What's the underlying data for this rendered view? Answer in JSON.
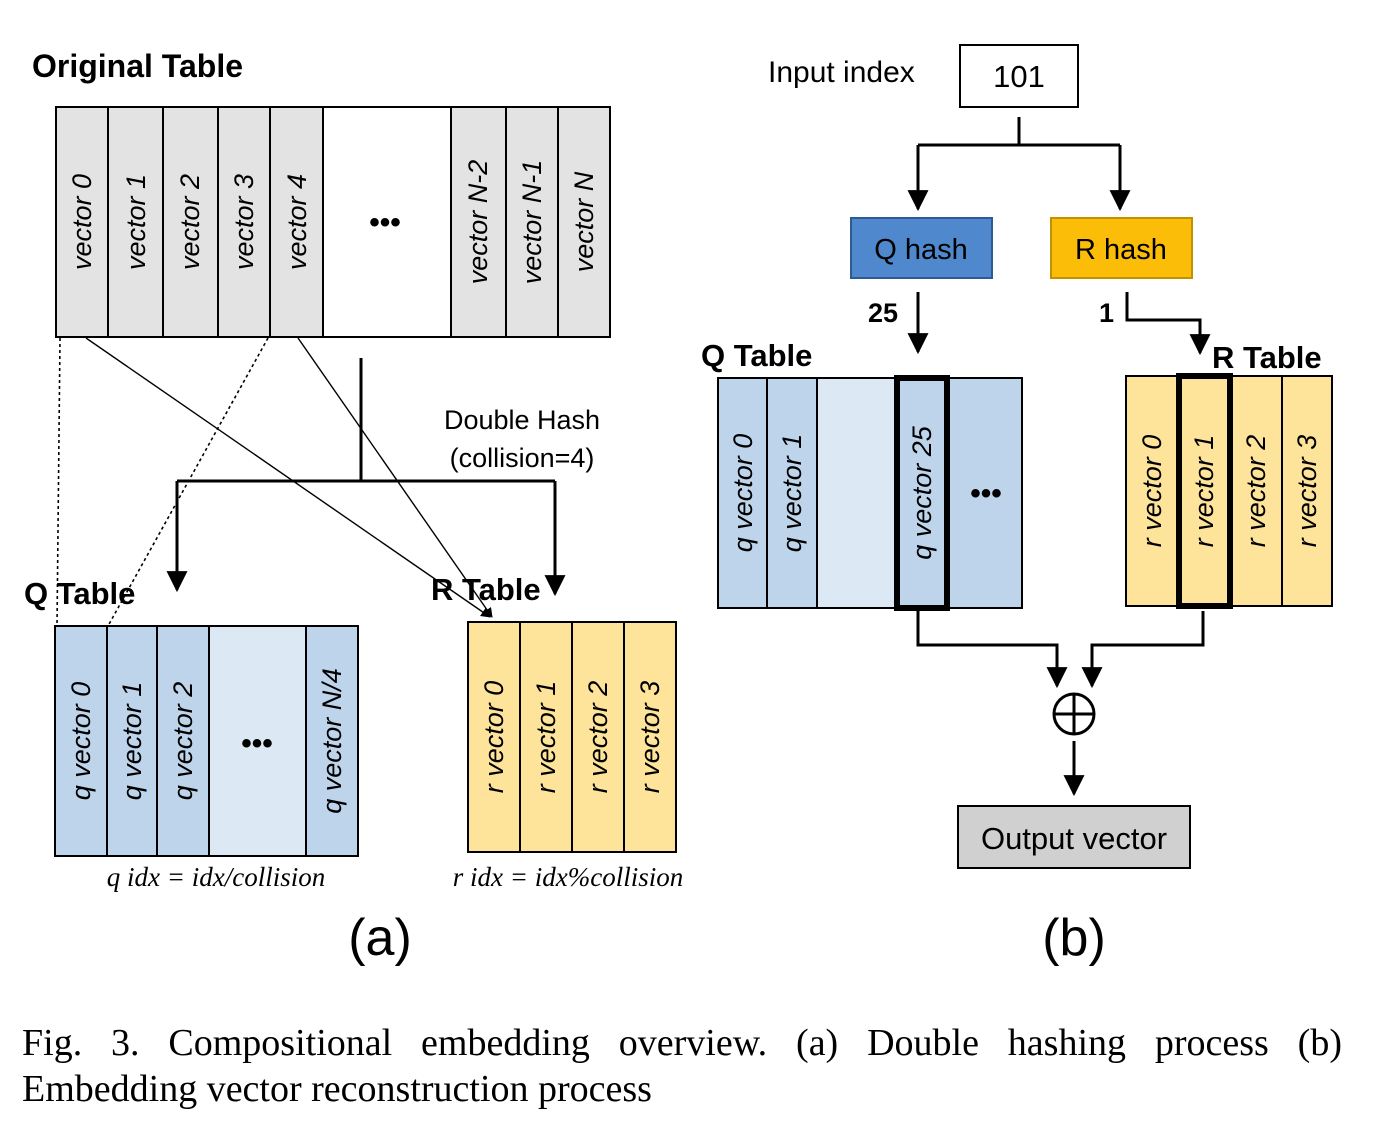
{
  "panel_a": {
    "original_title": "Original Table",
    "original_cells": [
      "vector 0",
      "vector 1",
      "vector 2",
      "vector 3",
      "vector 4",
      "•••",
      "vector N-2",
      "vector N-1",
      "vector N"
    ],
    "hash_label_line1": "Double Hash",
    "hash_label_line2": "(collision=4)",
    "q_title": "Q Table",
    "q_cells": [
      "q vector 0",
      "q vector 1",
      "q vector 2",
      "•••",
      "q vector N/4"
    ],
    "r_title": "R Table",
    "r_cells": [
      "r vector 0",
      "r vector 1",
      "r vector 2",
      "r vector 3"
    ],
    "q_formula": "q idx = idx/collision",
    "r_formula": "r idx = idx%collision",
    "label": "(a)"
  },
  "panel_b": {
    "input_label": "Input index",
    "input_value": "101",
    "q_hash": "Q hash",
    "r_hash": "R hash",
    "q_out": "25",
    "r_out": "1",
    "q_title": "Q Table",
    "q_cells": [
      "q vector 0",
      "q vector 1",
      "",
      "q vector 25",
      "•••"
    ],
    "r_title": "R Table",
    "r_cells": [
      "r vector 0",
      "r vector 1",
      "r vector 2",
      "r vector 3"
    ],
    "combine_symbol": "⊕",
    "output": "Output vector",
    "label": "(b)"
  },
  "caption": "Fig. 3.  Compositional embedding overview. (a) Double hashing process (b) Embedding vector reconstruction process",
  "colors": {
    "gray_cell": "#e3e3e3",
    "q_blue": "#bed4eb",
    "q_blue_light": "#dde8f5",
    "r_yellow": "#fde49a",
    "q_hash_blue": "#4f88cc",
    "r_hash_orange": "#fbbd07",
    "output_gray": "#d0d0d0"
  }
}
